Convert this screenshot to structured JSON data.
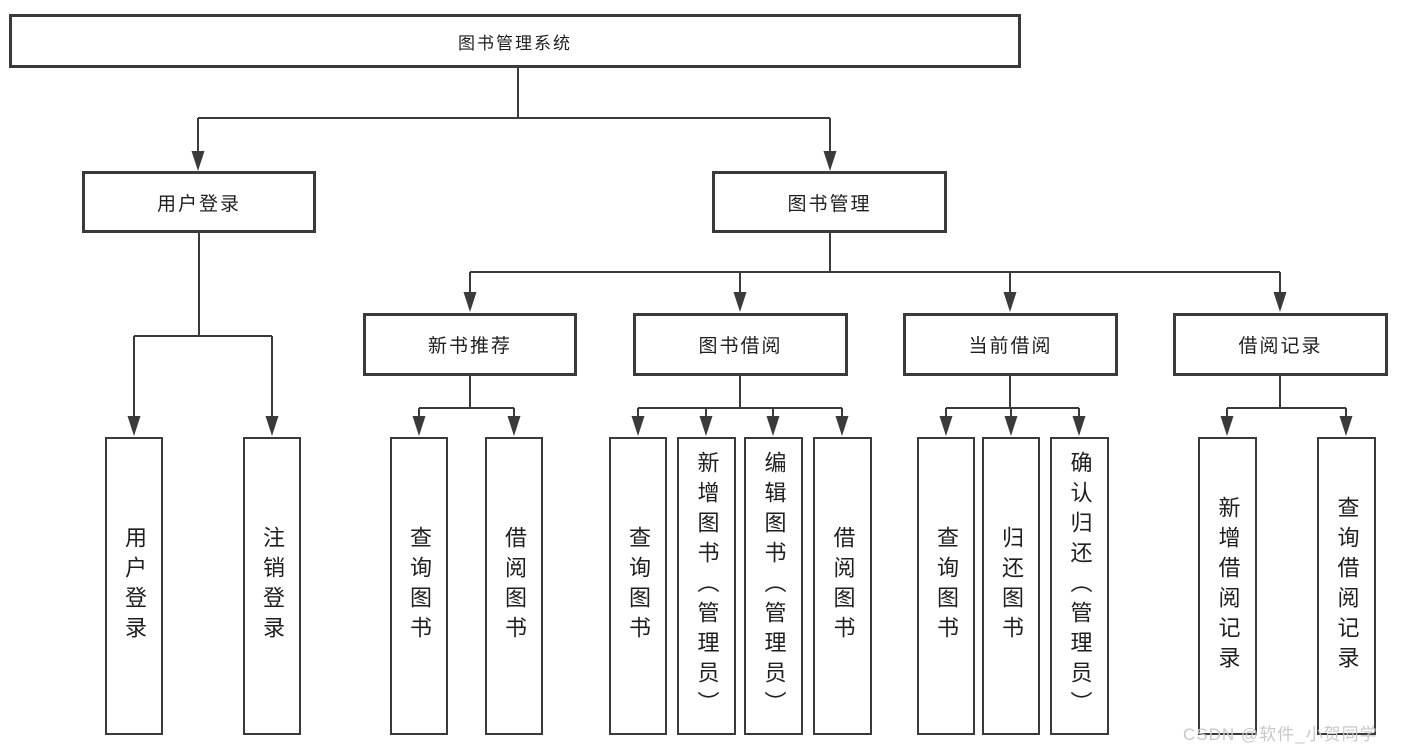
{
  "diagram": {
    "root": {
      "label": "图书管理系统"
    },
    "level2": [
      {
        "label": "用户登录"
      },
      {
        "label": "图书管理"
      }
    ],
    "level3": [
      {
        "label": "新书推荐"
      },
      {
        "label": "图书借阅"
      },
      {
        "label": "当前借阅"
      },
      {
        "label": "借阅记录"
      }
    ],
    "leaves": [
      {
        "label": "用户登录"
      },
      {
        "label": "注销登录"
      },
      {
        "label": "查询图书"
      },
      {
        "label": "借阅图书"
      },
      {
        "label": "查询图书"
      },
      {
        "label": "新增图书（管理员）"
      },
      {
        "label": "编辑图书（管理员）"
      },
      {
        "label": "借阅图书"
      },
      {
        "label": "查询图书"
      },
      {
        "label": "归还图书"
      },
      {
        "label": "确认归还（管理员）"
      },
      {
        "label": "新增借阅记录"
      },
      {
        "label": "查询借阅记录"
      }
    ]
  },
  "watermark": "CSDN @软件_小贺同学",
  "colors": {
    "line": "#3a3a3a",
    "text": "#1f1f1f",
    "watermark": "#c8c8c8",
    "background": "#ffffff"
  }
}
